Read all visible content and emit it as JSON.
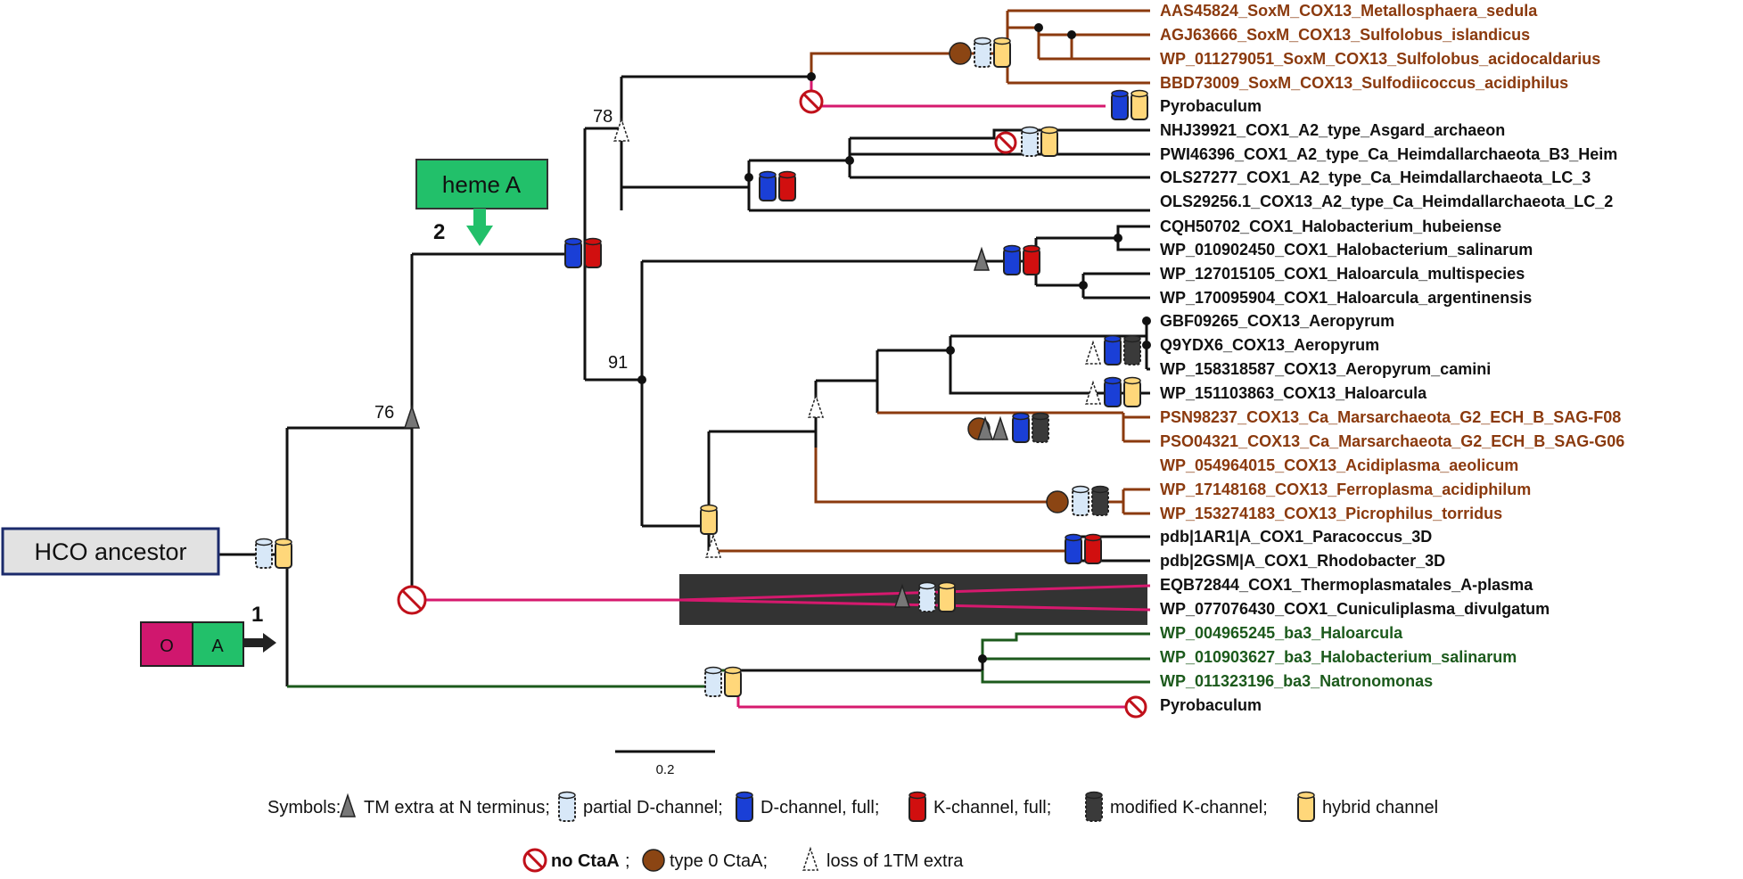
{
  "colors": {
    "black": "#111111",
    "brown": "#8b3a0e",
    "pink": "#d6196e",
    "green": "#1c5a1c",
    "dchannel": "#1a3fd6",
    "kchannel": "#d10f0f",
    "modk": "#3a3a3a",
    "hybrid": "#ffd77a",
    "partial": "#d8e8f8",
    "ctaa0": "#8b4513",
    "hemebox": "#22c06a",
    "ancestorbox": "#e2e2e2",
    "boxO": "#d0176e",
    "boxA": "#22c06a"
  },
  "diagram": {
    "ancestor_label": "HCO ancestor",
    "heme_label": "heme A",
    "box_o": "O",
    "box_a": "A",
    "step1": "1",
    "step2": "2",
    "bootstrap": [
      "76",
      "78",
      "91"
    ],
    "scale_label": "0.2"
  },
  "leaves": [
    {
      "text": "AAS45824_SoxM_COX13_Metallosphaera_sedula",
      "color": "brown"
    },
    {
      "text": "AGJ63666_SoxM_COX13_Sulfolobus_islandicus",
      "color": "brown"
    },
    {
      "text": "WP_011279051_SoxM_COX13_Sulfolobus_acidocaldarius",
      "color": "brown"
    },
    {
      "text": "BBD73009_SoxM_COX13_Sulfodiicoccus_acidiphilus",
      "color": "brown"
    },
    {
      "text": "Pyrobaculum",
      "color": "black"
    },
    {
      "text": "NHJ39921_COX1_A2_type_Asgard_archaeon",
      "color": "black"
    },
    {
      "text": "PWI46396_COX1_A2_type_Ca_Heimdallarchaeota_B3_Heim",
      "color": "black"
    },
    {
      "text": "OLS27277_COX1_A2_type_Ca_Heimdallarchaeota_LC_3",
      "color": "black"
    },
    {
      "text": "OLS29256.1_COX13_A2_type_Ca_Heimdallarchaeota_LC_2",
      "color": "black"
    },
    {
      "text": "CQH50702_COX1_Halobacterium_hubeiense",
      "color": "black"
    },
    {
      "text": "WP_010902450_COX1_Halobacterium_salinarum",
      "color": "black"
    },
    {
      "text": "WP_127015105_COX1_Haloarcula_multispecies",
      "color": "black"
    },
    {
      "text": "WP_170095904_COX1_Haloarcula_argentinensis",
      "color": "black"
    },
    {
      "text": "GBF09265_COX13_Aeropyrum",
      "color": "black"
    },
    {
      "text": "Q9YDX6_COX13_Aeropyrum",
      "color": "black"
    },
    {
      "text": "WP_158318587_COX13_Aeropyrum_camini",
      "color": "black"
    },
    {
      "text": "WP_151103863_COX13_Haloarcula",
      "color": "black"
    },
    {
      "text": "PSN98237_COX13_Ca_Marsarchaeota_G2_ECH_B_SAG-F08",
      "color": "brown"
    },
    {
      "text": "PSO04321_COX13_Ca_Marsarchaeota_G2_ECH_B_SAG-G06",
      "color": "brown"
    },
    {
      "text": "WP_054964015_COX13_Acidiplasma_aeolicum",
      "color": "brown"
    },
    {
      "text": "WP_17148168_COX13_Ferroplasma_acidiphilum",
      "color": "brown"
    },
    {
      "text": "WP_153274183_COX13_Picrophilus_torridus",
      "color": "brown"
    },
    {
      "text": "pdb|1AR1|A_COX1_Paracoccus_3D",
      "color": "black"
    },
    {
      "text": "pdb|2GSM|A_COX1_Rhodobacter_3D",
      "color": "black"
    },
    {
      "text": "EQB72844_COX1_Thermoplasmatales_A-plasma",
      "color": "black"
    },
    {
      "text": "WP_077076430_COX1_Cuniculiplasma_divulgatum",
      "color": "black"
    },
    {
      "text": "WP_004965245_ba3_Haloarcula",
      "color": "green"
    },
    {
      "text": "WP_010903627_ba3_Halobacterium_salinarum",
      "color": "green"
    },
    {
      "text": "WP_011323196_ba3_Natronomonas",
      "color": "green"
    },
    {
      "text": "Pyrobaculum",
      "color": "black"
    }
  ],
  "legend": {
    "prefix": "Symbols:",
    "items": [
      {
        "symbol": "triangle-gray",
        "text": "TM extra at N terminus;"
      },
      {
        "symbol": "cyl-partial",
        "text": "partial D-channel;"
      },
      {
        "symbol": "cyl-d",
        "text": "D-channel, full;"
      },
      {
        "symbol": "cyl-k",
        "text": "K-channel, full;"
      },
      {
        "symbol": "cyl-modk",
        "text": "modified K-channel;"
      },
      {
        "symbol": "cyl-hybrid",
        "text": "hybrid channel"
      }
    ],
    "row2": [
      {
        "symbol": "no-sign",
        "text": "no CtaA",
        "bold": true,
        "suffix": ";"
      },
      {
        "symbol": "circle-brown",
        "text": "type 0 CtaA;"
      },
      {
        "symbol": "triangle-dashed",
        "text": "loss of 1TM extra"
      }
    ]
  }
}
